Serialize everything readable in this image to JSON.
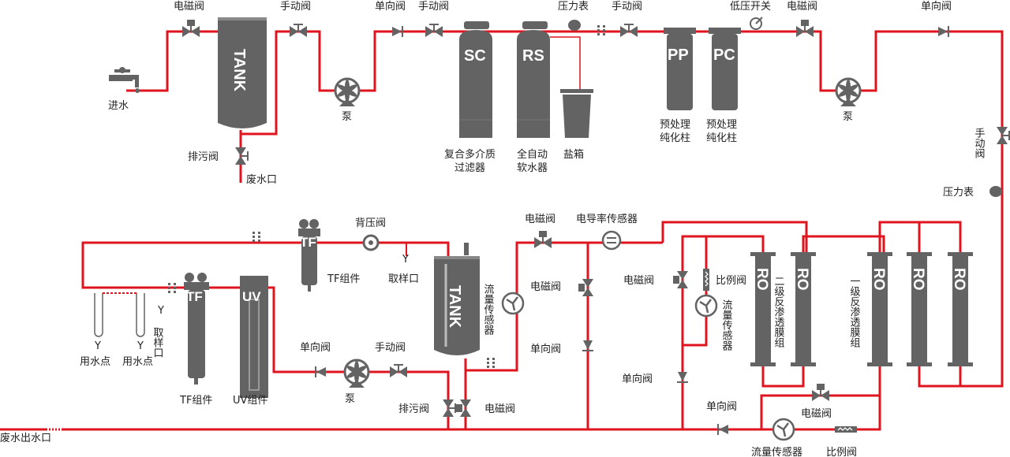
{
  "colors": {
    "pipe": "#e0141e",
    "equipment": "#636363"
  },
  "labels": {
    "inlet": "进水",
    "solenoid_1": "电磁阀",
    "tank_1": "TANK",
    "drain_valve_1": "排污阀",
    "waste_port": "废水口",
    "manual_1": "手动阀",
    "pump_1": "泵",
    "check_1": "单向阀",
    "manual_2": "手动阀",
    "sc": "SC",
    "sc_name_1": "复合多介质",
    "sc_name_2": "过滤器",
    "rs": "RS",
    "rs_name_1": "全自动",
    "rs_name_2": "软水器",
    "salt_box": "盐箱",
    "pressure_gauge_1": "压力表",
    "manual_3": "手动阀",
    "pp": "PP",
    "pc": "PC",
    "pp_name_1": "预处理",
    "pp_name_2": "纯化柱",
    "pc_name_1": "预处理",
    "pc_name_2": "纯化柱",
    "low_pressure_switch": "低压开关",
    "solenoid_2": "电磁阀",
    "pump_2": "泵",
    "check_2": "单向阀",
    "manual_4": "手动阀",
    "pressure_gauge_2": "压力表",
    "ro": "RO",
    "ro_stage1": "一级反渗透膜组",
    "ro_stage2": "二级反渗透膜组",
    "solenoid_3": "电磁阀",
    "conductivity_sensor": "电导率传感器",
    "solenoid_4": "电磁阀",
    "check_3": "单向阀",
    "flow_sensor_1": "流量传感器",
    "solenoid_5": "电磁阀",
    "ratio_valve_1": "比例阀",
    "flow_sensor_2": "流量传感器",
    "check_4": "单向阀",
    "check_5": "单向阀",
    "solenoid_6": "电磁阀",
    "flow_sensor_3": "流量传感器",
    "ratio_valve_2": "比例阀",
    "tank_2": "TANK",
    "drain_valve_2": "排污阀",
    "solenoid_7": "电磁阀",
    "check_6": "单向阀",
    "manual_5": "手动阀",
    "pump_3": "泵",
    "back_pressure_valve": "背压阀",
    "sample_port_1": "取样口",
    "sample_port_2": "取样口",
    "tf": "TF",
    "tf_assembly_1": "TF组件",
    "tf_assembly_2": "TF组件",
    "uv": "UV",
    "uv_assembly": "UV组件",
    "point_of_use_1": "用水点",
    "point_of_use_2": "用水点",
    "waste_outlet": "废水出水口",
    "y": "Y"
  }
}
